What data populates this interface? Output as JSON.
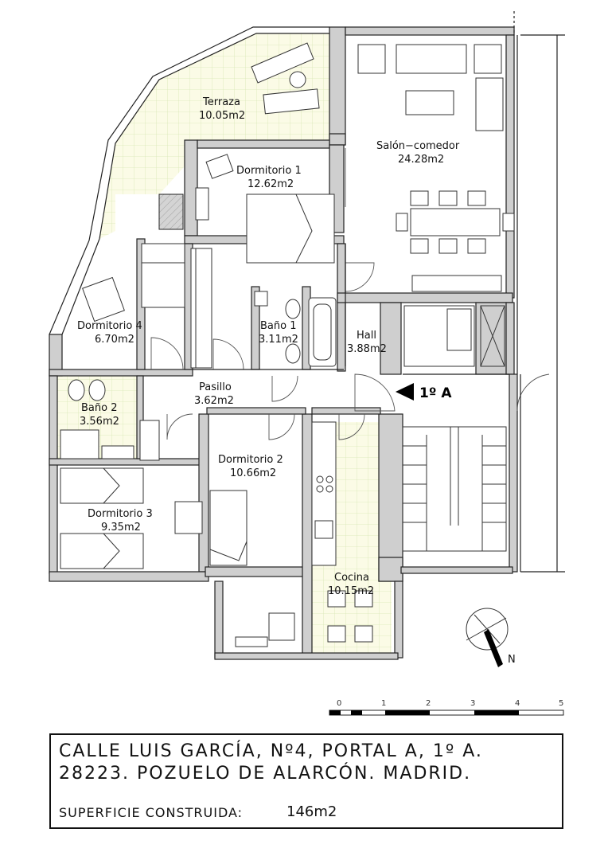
{
  "rooms": {
    "terraza": {
      "name": "Terraza",
      "area": "10.05m2"
    },
    "salon": {
      "name": "Salón−comedor",
      "area": "24.28m2"
    },
    "dormitorio1": {
      "name": "Dormitorio  1",
      "area": "12.62m2"
    },
    "dormitorio4": {
      "name": "Dormitorio  4",
      "area": "6.70m2"
    },
    "bano1": {
      "name": "Baño  1",
      "area": "3.11m2"
    },
    "hall": {
      "name": "Hall",
      "area": "3.88m2"
    },
    "pasillo": {
      "name": "Pasillo",
      "area": "3.62m2"
    },
    "bano2": {
      "name": "Baño  2",
      "area": "3.56m2"
    },
    "dormitorio2": {
      "name": "Dormitorio  2",
      "area": "10.66m2"
    },
    "dormitorio3": {
      "name": "Dormitorio  3",
      "area": "9.35m2"
    },
    "cocina": {
      "name": "Cocina",
      "area": "10.15m2"
    }
  },
  "entrance": {
    "label": "1º A"
  },
  "north": {
    "label": "N"
  },
  "scale": {
    "ticks": [
      "0",
      "1",
      "2",
      "3",
      "4",
      "5"
    ]
  },
  "footer": {
    "address_line1": "CALLE  LUIS  GARCÍA,  Nº4,  PORTAL  A,  1º  A.",
    "address_line2": "28223.  POZUELO  DE  ALARCÓN.  MADRID.",
    "superficie_label": "SUPERFICIE  CONSTRUIDA:",
    "superficie_value": "146m2"
  },
  "colors": {
    "wall": "#cfcfcf",
    "wall_stroke": "#222222",
    "tile_fill": "#fbfbe6",
    "tile_grid": "#d9e8b6",
    "ink": "#111111"
  }
}
